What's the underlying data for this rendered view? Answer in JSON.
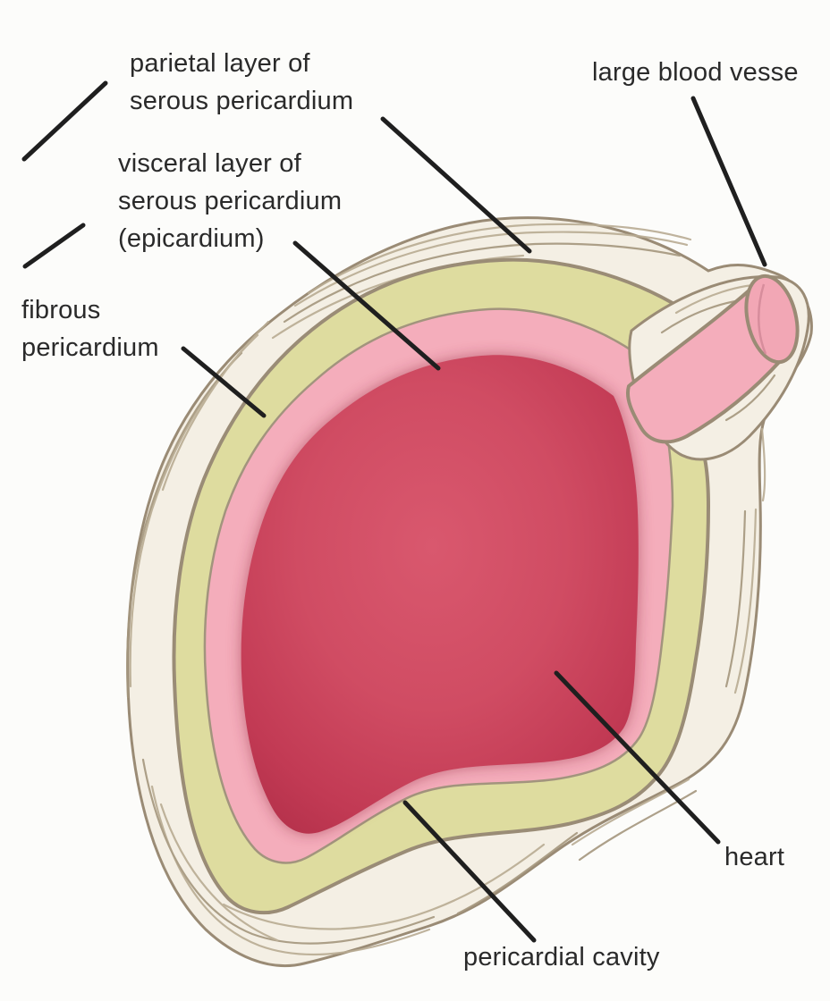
{
  "figure": {
    "kind": "anatomical cross-section diagram",
    "labels": {
      "parietal": "parietal layer of\nserous pericardium",
      "visceral": "visceral layer of\nserous pericardium\n(epicardium)",
      "fibrous": "fibrous\npericardium",
      "large_vessel": "large blood vesse",
      "heart": "heart",
      "pericardial_cavity": "pericardial cavity"
    },
    "colors": {
      "background": "#fcfcfa",
      "fibrous_fill": "#f4efe4",
      "fibrous_stroke": "#9a8b75",
      "fibrous_texture": "#b9ac93",
      "cavity_fill": "#dedc9f",
      "layer_stroke": "#9a8c76",
      "serous_pink_fill": "#f4adbb",
      "vessel_cap_fill": "#f2a7b5",
      "heart_center": "#d9586e",
      "heart_edge": "#ae2c45",
      "leader_line": "#1f1f1f",
      "label_text": "#2a2a2a"
    }
  }
}
